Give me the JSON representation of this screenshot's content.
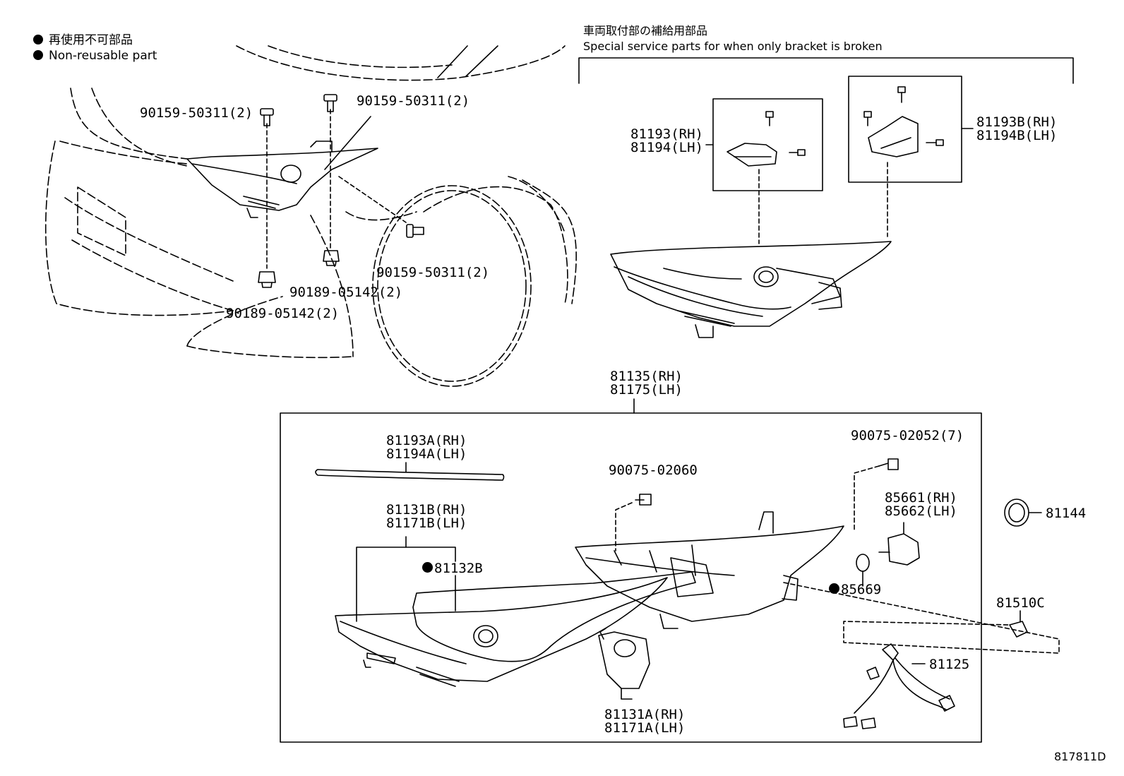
{
  "legend": {
    "japanese": "再使用不可部品",
    "english": "Non-reusable part"
  },
  "service_note": {
    "japanese": "車両取付部の補給用部品",
    "english": "Special service parts for when only bracket is broken"
  },
  "parts": {
    "bolt_a": "90159-50311(2)",
    "bolt_b": "90159-50311(2)",
    "bolt_c": "90159-50311(2)",
    "clip_a": "90189-05142(2)",
    "clip_b": "90189-05142(2)",
    "bracket_rh": "81193(RH)",
    "bracket_lh": "81194(LH)",
    "bracket_b_rh": "81193B(RH)",
    "bracket_b_lh": "81194B(LH)",
    "assy_rh": "81135(RH)",
    "assy_lh": "81175(LH)",
    "strip_rh": "81193A(RH)",
    "strip_lh": "81194A(LH)",
    "screw_single": "90075-02060",
    "screw_multi": "90075-02052(7)",
    "lens_rh": "81131B(RH)",
    "lens_lh": "81171B(LH)",
    "gasket": "81132B",
    "actuator_rh": "85661(RH)",
    "actuator_lh": "85662(LH)",
    "oring": "85669",
    "cap": "81144",
    "bulb_cap": "81510C",
    "wire": "81125",
    "unit_rh": "81131A(RH)",
    "unit_lh": "81171A(LH)"
  },
  "figure_id": "817811D"
}
